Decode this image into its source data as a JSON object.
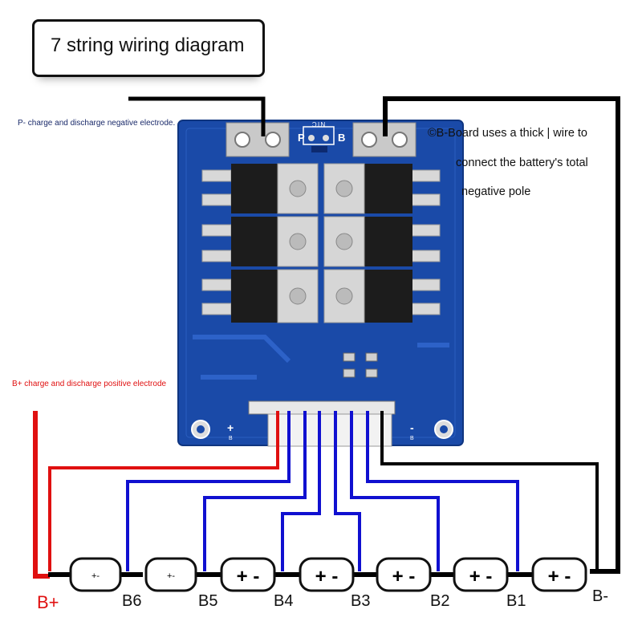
{
  "title": "7 string wiring diagram",
  "labels": {
    "p_minus": "P- charge and discharge negative electrode.",
    "b_plus_note": "B+ charge and discharge positive electrode",
    "board_note_1": "©B-Board uses a thick | wire to",
    "board_note_2": "connect the battery's total",
    "board_note_3": "negative pole"
  },
  "board": {
    "p_label": "P",
    "b_label": "B",
    "ntc_label": "NTC",
    "plus_b_label": "+",
    "minus_b_label": "-",
    "b_small": "B"
  },
  "cells": [
    {
      "symbol": "+-"
    },
    {
      "symbol": "+-"
    },
    {
      "symbol": "+ -"
    },
    {
      "symbol": "+ -"
    },
    {
      "symbol": "+ -"
    },
    {
      "symbol": "+ -"
    },
    {
      "symbol": "+ -"
    }
  ],
  "taps": [
    "B+",
    "B6",
    "B5",
    "B4",
    "B3",
    "B2",
    "B1",
    "B-"
  ],
  "colors": {
    "board": "#1a4aa8",
    "red_wire": "#e01010",
    "blue_wire": "#1010d0",
    "black_wire": "#000000",
    "label_red": "#e01010",
    "label_navy": "#1a2a6a"
  }
}
